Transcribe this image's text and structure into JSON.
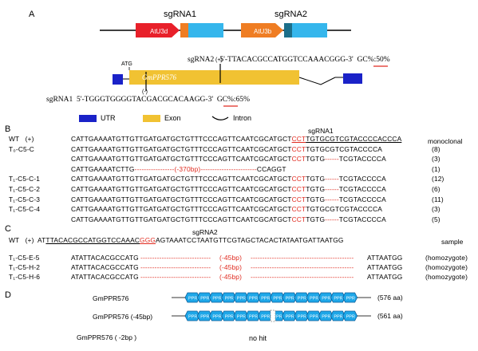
{
  "panelA": {
    "label": "A",
    "construct": {
      "sgRNA1_label": "sgRNA1",
      "sgRNA2_label": "sgRNA2",
      "promoter1": "AtU3d",
      "promoter2": "AtU3b"
    },
    "gene": {
      "name": "GmPPR576",
      "atg": "ATG",
      "plus": "(+)",
      "minus": "(-)",
      "sgRNA2_title": "sgRNA2",
      "sgRNA2_seq_prefix": "5'-TTACACGCCATGGTCCAAAC",
      "sgRNA2_pam": "GGG",
      "sgRNA2_seq_suffix": "-3'",
      "sgRNA2_gc": "GC%:50%",
      "sgRNA1_title": "sgRNA1",
      "sgRNA1_seq_prefix": "5'-TGGGTGGGGTACGACGCACA",
      "sgRNA1_pam": "AGG",
      "sgRNA1_seq_suffix": "-3'",
      "sgRNA1_gc": "GC%:65%"
    },
    "legend": {
      "utr": "UTR",
      "exon": "Exon",
      "intron": "Intron"
    },
    "colors": {
      "red_arrow": "#e8202a",
      "orange_arrow": "#ef7d23",
      "sky_box": "#35b6ec",
      "teal_box": "#1c6f8a",
      "exon": "#f1c232",
      "utr": "#1a22c8"
    }
  },
  "panelB": {
    "label": "B",
    "header_sgRNA": "sgRNA1",
    "header_right": "monoclonal",
    "rows": [
      {
        "name": "WT",
        "strand": "(+)",
        "seg1": "CATTGAAAATGTTGTTGATGATGCTGTTTCCCAGTTCAATCGCATGCT",
        "seg2": "CCT",
        "seg3": "TGTGCGTCGTACCCCACCCA",
        "count": "",
        "ul": true
      },
      {
        "name": "T₀-C5-C",
        "strand": "",
        "seg1": "CATTGAAAATGTTGTTGATGATGCTGTTTCCCAGTTCAATCGCATGCT",
        "seg2": "CCT",
        "seg3": "TGTGCGTCGTACCCCA",
        "count": "(8)"
      },
      {
        "name": "",
        "strand": "",
        "seg1": "CATTGAAAATGTTGTTGATGATGCTGTTTCCCAGTTCAATCGCATGCT",
        "seg2": "CCT",
        "seg3": "TGTG------TCGTACCCCA",
        "count": "(3)"
      },
      {
        "name": "",
        "strand": "",
        "seg1": "CATTGAAAATCTTG-----------------",
        "seg2": "(-370bp)",
        "seg3": "------------------------CCAGGT",
        "count": "(1)"
      },
      {
        "name": "T₁-C5-C-1",
        "strand": "",
        "seg1": "CATTGAAAATGTTGTTGATGATGCTGTTTCCCAGTTCAATCGCATGCT",
        "seg2": "CCT",
        "seg3": "TGTG------TCGTACCCCA",
        "count": "(12)"
      },
      {
        "name": "T₁-C5-C-2",
        "strand": "",
        "seg1": "CATTGAAAATGTTGTTGATGATGCTGTTTCCCAGTTCAATCGCATGCT",
        "seg2": "CCT",
        "seg3": "TGTG------TCGTACCCCA",
        "count": "(6)"
      },
      {
        "name": "T₁-C5-C-3",
        "strand": "",
        "seg1": "CATTGAAAATGTTGTTGATGATGCTGTTTCCCAGTTCAATCGCATGCT",
        "seg2": "CCT",
        "seg3": "TGTG------TCGTACCCCA",
        "count": "(11)"
      },
      {
        "name": "T₁-C5-C-4",
        "strand": "",
        "seg1": "CATTGAAAATGTTGTTGATGATGCTGTTTCCCAGTTCAATCGCATGCT",
        "seg2": "CCT",
        "seg3": "TGTGCGTCGTACCCCA",
        "count": "(3)"
      },
      {
        "name": "",
        "strand": "",
        "seg1": "CATTGAAAATGTTGTTGATGATGCTGTTTCCCAGTTCAATCGCATGCT",
        "seg2": "CCT",
        "seg3": "TGTG------TCGTACCCCA",
        "count": "(5)"
      }
    ]
  },
  "panelC": {
    "label": "C",
    "header_sgRNA": "sgRNA2",
    "header_right": "sample",
    "wt_name": "WT",
    "wt_strand": "(+)",
    "wt_seg1": "AT",
    "wt_seg2": "TTACACGCCATGGTCCAAAC",
    "wt_pam": "GGG",
    "wt_seg3": "AGTAAATCCTAATGTTCGTAGCTACACTATAATGATTAATGG",
    "rows": [
      {
        "name": "T₁-C5-E-5",
        "left": "ATATTACACGCCATG",
        "del": "(-45bp)",
        "right": "ATTAATGG",
        "status": "(homozygote)"
      },
      {
        "name": "T₁-C5-H-2",
        "left": "ATATTACACGCCATG",
        "del": "(-45bp)",
        "right": "ATTAATGG",
        "status": "(homozygote)"
      },
      {
        "name": "T₁-C5-H-6",
        "left": "ATATTACACGCCATG",
        "del": "(-45bp)",
        "right": "ATTAATGG",
        "status": "(homozygote)"
      }
    ]
  },
  "panelD": {
    "label": "D",
    "motif_label": "PPR",
    "proteins": [
      {
        "name": "GmPPR576",
        "length": "(576 aa)",
        "motifs": 14
      },
      {
        "name": "GmPPR576 (-45bp)",
        "length": "(561 aa)",
        "motifs": 14
      },
      {
        "name": "GmPPR576 ( -2bp )",
        "length": "",
        "motifs": 0,
        "note": "no hit"
      }
    ],
    "colors": {
      "motif": "#1ea7e8",
      "motif_dark": "#0f5d98",
      "line": "#9a9a9a"
    }
  }
}
